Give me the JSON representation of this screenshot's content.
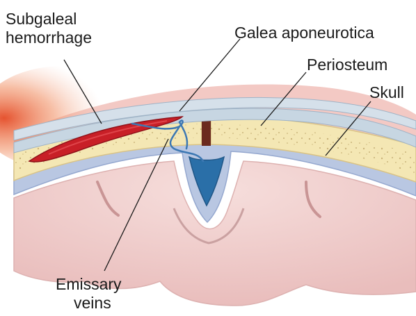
{
  "labels": {
    "subgaleal": [
      "Subgaleal",
      "hemorrhage"
    ],
    "galea": "Galea aponeurotica",
    "periosteum": "Periosteum",
    "skull": "Skull",
    "emissary": [
      "Emissary",
      "veins"
    ]
  },
  "colors": {
    "scalp": "#f3c9c4",
    "scalp_glow": "#e7683f",
    "galea": "#c7d6e2",
    "bone": "#f4e7b4",
    "bone_speckle": "#c9b47c",
    "hemorrhage": "#c81f27",
    "dura": "#b9c7e2",
    "sinus": "#2a6fa8",
    "brain": "#f1d0cf",
    "leader_line": "#1a1a1a"
  }
}
